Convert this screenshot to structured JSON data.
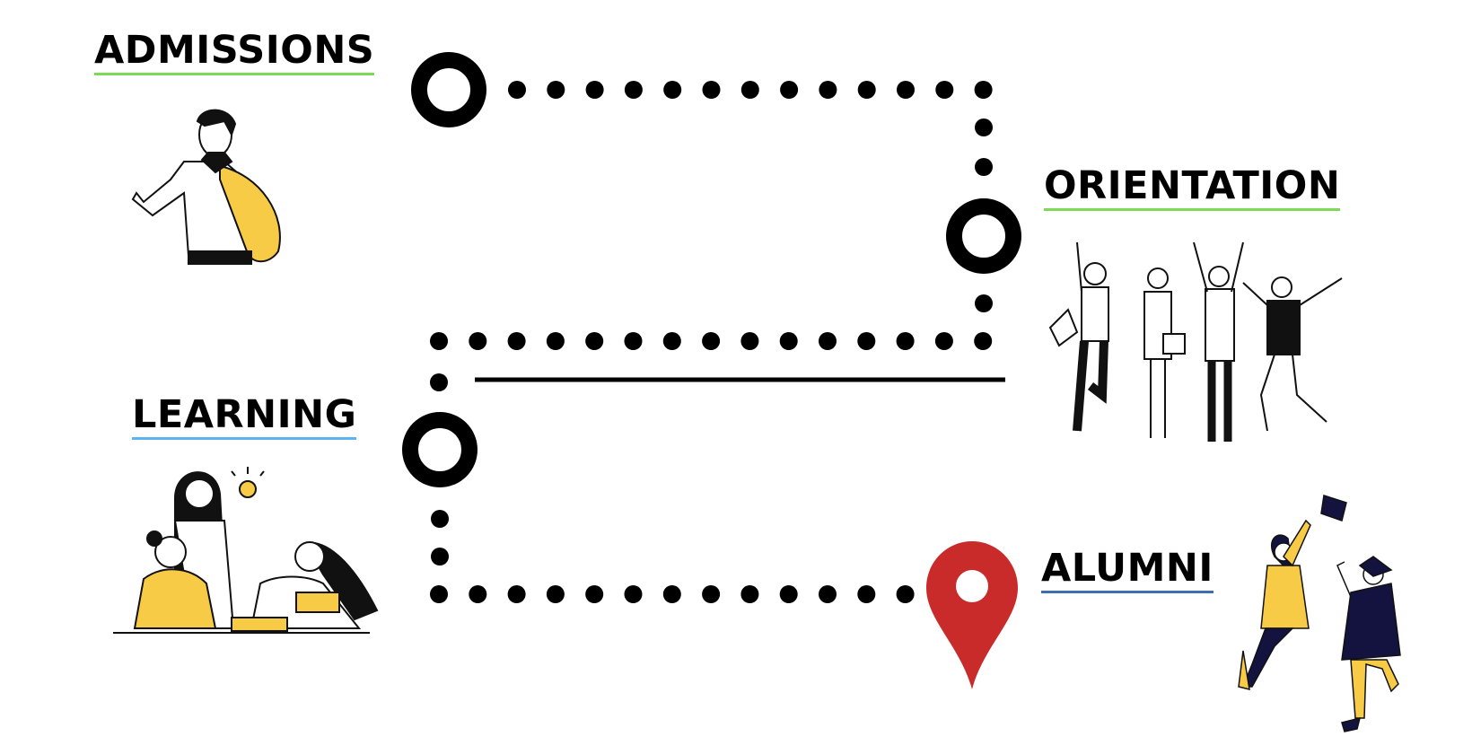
{
  "stages": [
    {
      "id": "admissions",
      "label": "ADMISSIONS",
      "underline_color": "#7ed957"
    },
    {
      "id": "orientation",
      "label": "ORIENTATION",
      "underline_color": "#7ed957"
    },
    {
      "id": "learning",
      "label": "LEARNING",
      "underline_color": "#5ab4f0"
    },
    {
      "id": "alumni",
      "label": "ALUMNI",
      "underline_color": "#3d6eb0"
    }
  ],
  "colors": {
    "path": "#000000",
    "pin": "#c92b2b",
    "accent_yellow": "#f7cb45",
    "navy": "#141340"
  },
  "icons": [
    "ring-marker-icon",
    "location-pin-icon"
  ]
}
